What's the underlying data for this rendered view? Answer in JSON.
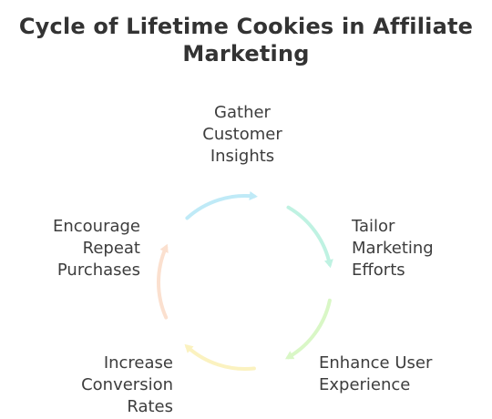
{
  "title": {
    "line1": "Cycle of Lifetime Cookies in Affiliate",
    "line2": "Marketing"
  },
  "steps": [
    {
      "lines": [
        "Gather",
        "Customer",
        "Insights"
      ],
      "color": "#bfeaf7"
    },
    {
      "lines": [
        "Tailor",
        "Marketing",
        "Efforts"
      ],
      "color": "#bff2e2"
    },
    {
      "lines": [
        "Enhance User",
        "Experience"
      ],
      "color": "#d9f7c6"
    },
    {
      "lines": [
        "Increase",
        "Conversion",
        "Rates"
      ],
      "color": "#fbf2c0"
    },
    {
      "lines": [
        "Encourage",
        "Repeat",
        "Purchases"
      ],
      "color": "#fbe0cf"
    }
  ]
}
